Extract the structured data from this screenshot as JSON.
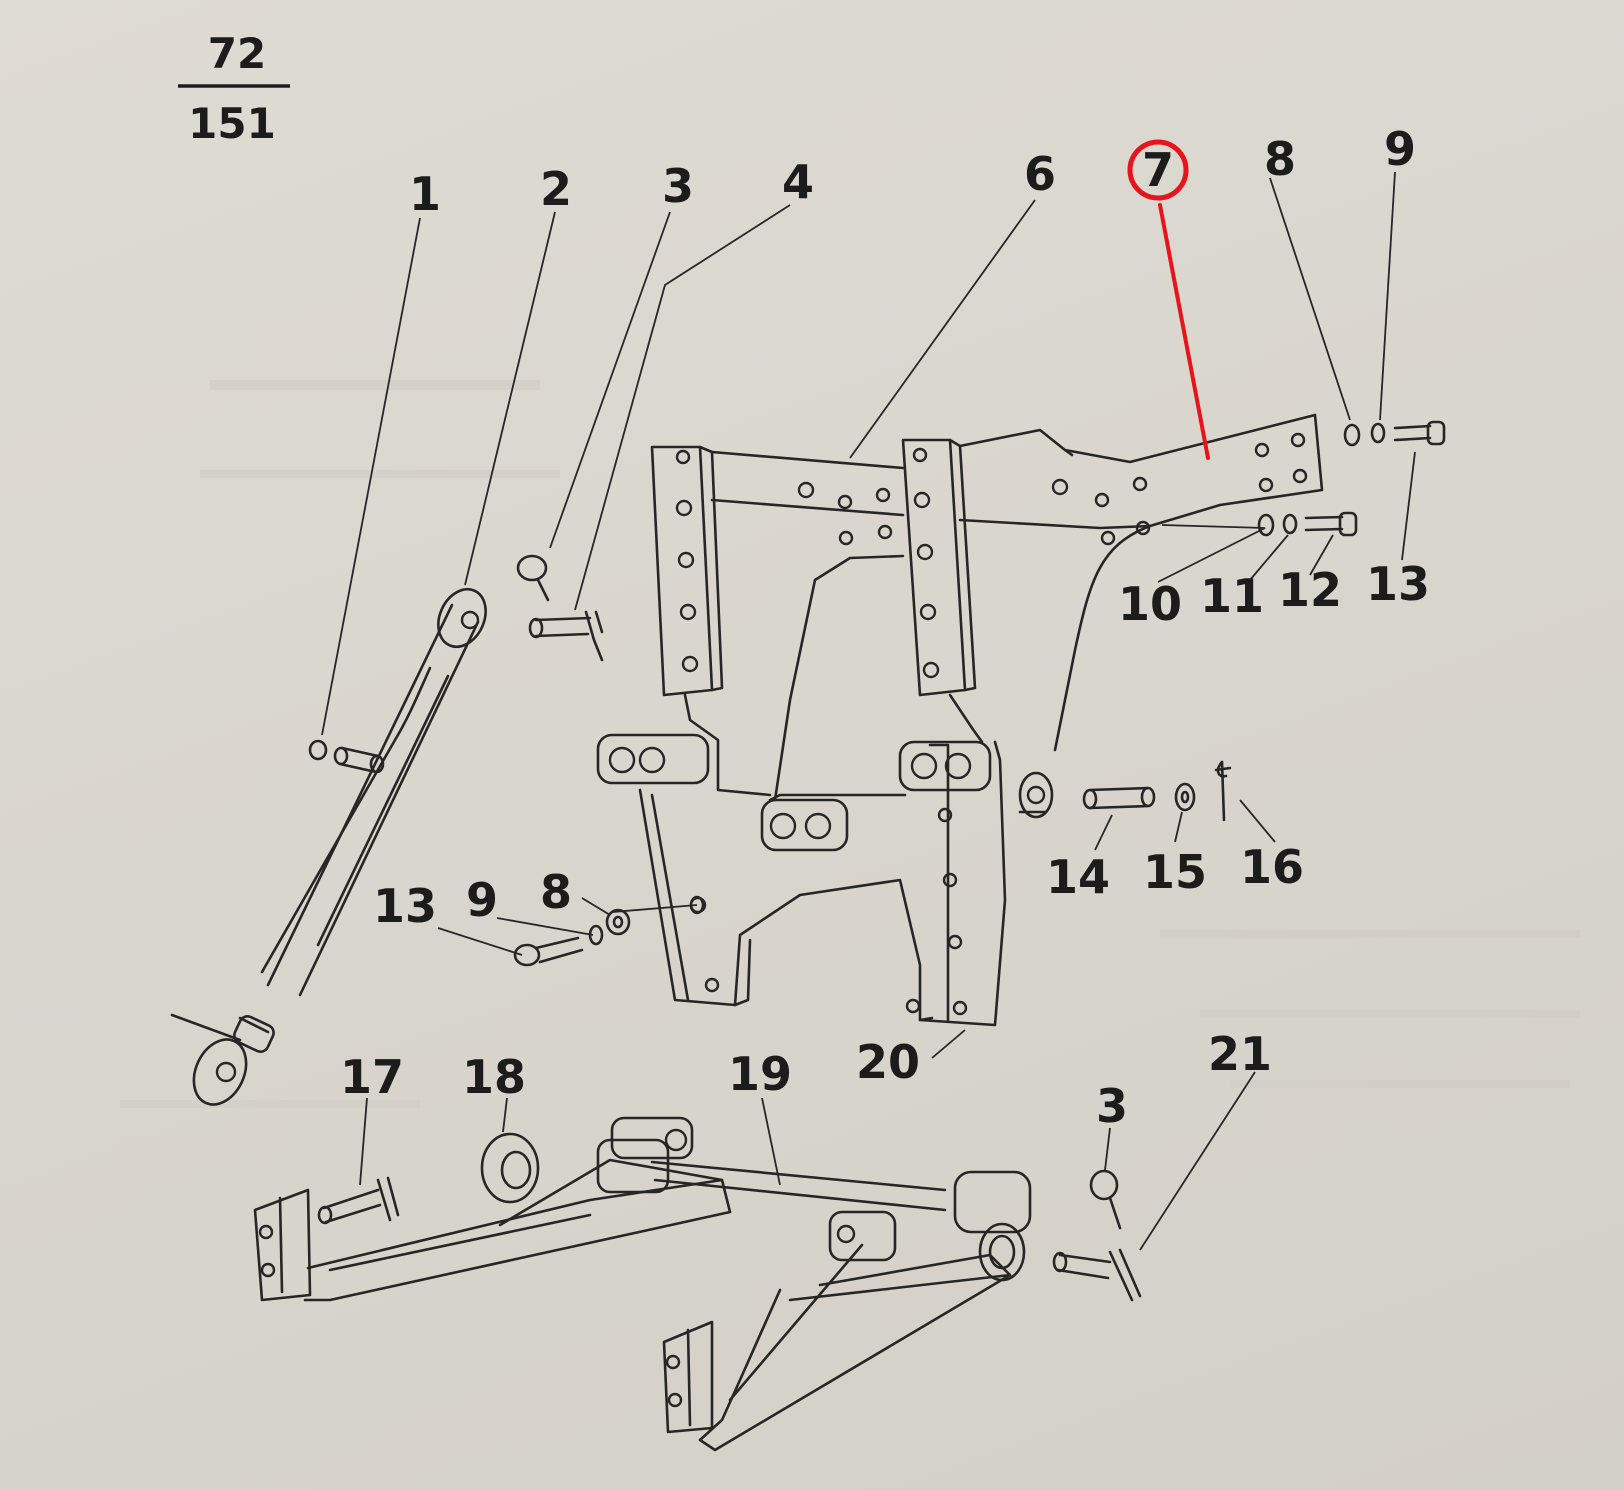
{
  "page_number": {
    "numerator": "72",
    "denominator": "151"
  },
  "callouts": {
    "c1": "1",
    "c2": "2",
    "c3": "3",
    "c4": "4",
    "c6": "6",
    "c7": "7",
    "c8": "8",
    "c9": "9",
    "c10": "10",
    "c11": "11",
    "c12": "12",
    "c13": "13",
    "c13b": "13",
    "c9b": "9",
    "c8b": "8",
    "c14": "14",
    "c15": "15",
    "c16": "16",
    "c17": "17",
    "c18": "18",
    "c19": "19",
    "c20": "20",
    "c3b": "3",
    "c21": "21"
  },
  "highlight": {
    "callout": "7",
    "color": "#e8141c"
  },
  "colors": {
    "ink": "#262626",
    "paper": "#dcd9d1"
  }
}
